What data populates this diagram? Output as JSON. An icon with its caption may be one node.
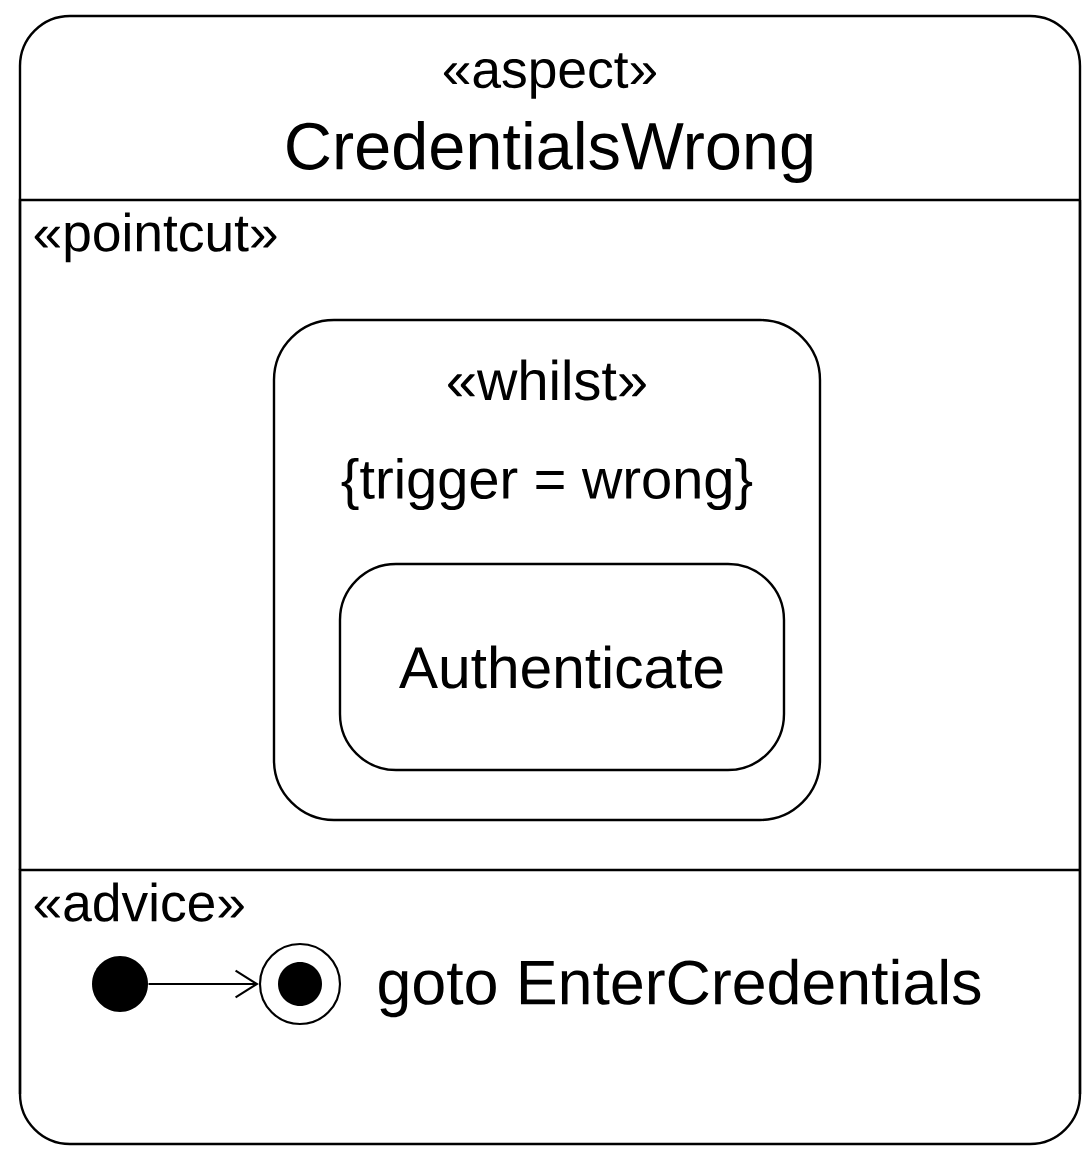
{
  "diagram": {
    "nodes": [
      {
        "text": [
          "«aspect»",
          "CredentialsWrong"
        ]
      },
      {
        "text": [
          "«pointcut»"
        ],
        "in": 0
      },
      {
        "text": [
          "«whilst»",
          "{trigger = wrong}"
        ],
        "in": 1
      },
      {
        "text": [
          "Authenticate"
        ],
        "in": 2
      },
      {
        "text": [
          "«advice»"
        ],
        "in": 0
      },
      {
        "text": [],
        "shape": "circle",
        "in": 4
      },
      {
        "text": [],
        "shape": "circle",
        "in": 4,
        "beside": [
          "goto EnterCredentials"
        ]
      }
    ],
    "edges": [
      {
        "from": 5,
        "to": 6,
        "arrow": "to"
      }
    ]
  }
}
